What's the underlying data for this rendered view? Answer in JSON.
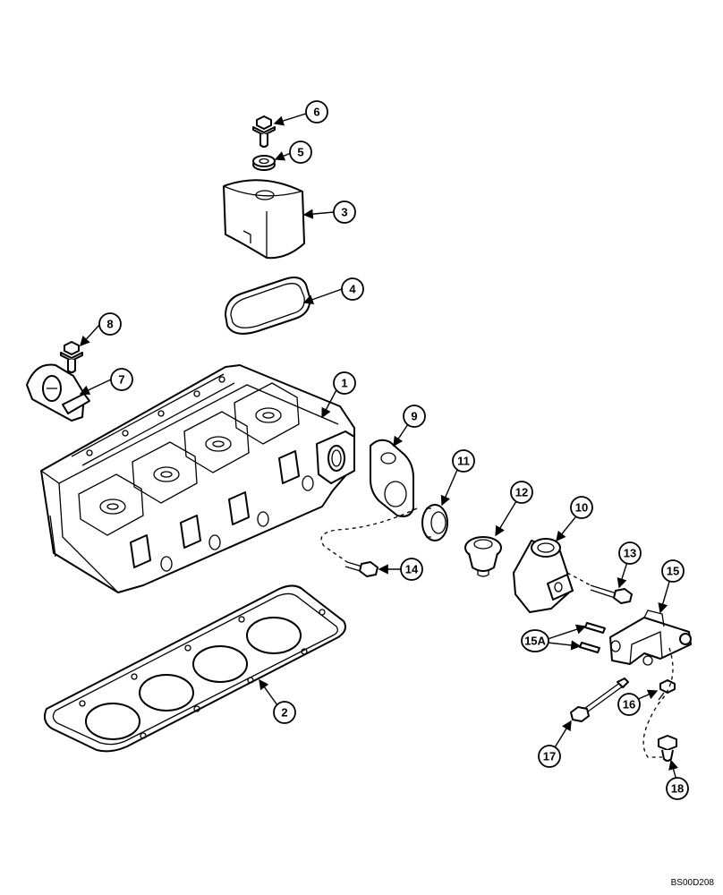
{
  "drawing_code": "BS00D208",
  "callouts": [
    {
      "label": "1"
    },
    {
      "label": "2"
    },
    {
      "label": "3"
    },
    {
      "label": "4"
    },
    {
      "label": "5"
    },
    {
      "label": "6"
    },
    {
      "label": "7"
    },
    {
      "label": "8"
    },
    {
      "label": "9"
    },
    {
      "label": "10"
    },
    {
      "label": "11"
    },
    {
      "label": "12"
    },
    {
      "label": "13"
    },
    {
      "label": "14"
    },
    {
      "label": "15"
    },
    {
      "label": "15A"
    },
    {
      "label": "16"
    },
    {
      "label": "17"
    },
    {
      "label": "18"
    }
  ]
}
